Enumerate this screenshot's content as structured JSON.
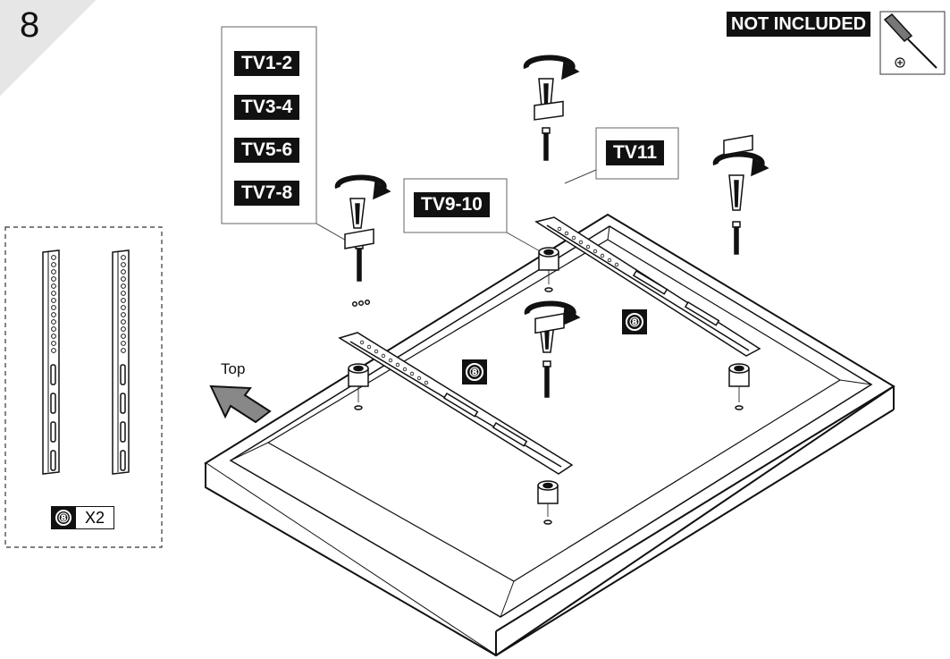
{
  "step": {
    "number": "8"
  },
  "not_included": {
    "label": "NOT INCLUDED",
    "tool_icon": "phillips-screwdriver-icon"
  },
  "tv_groups": {
    "left": [
      "TV1-2",
      "TV3-4",
      "TV5-6",
      "TV7-8"
    ],
    "middle": "TV9-10",
    "right": "TV11"
  },
  "part": {
    "number": "⑧",
    "quantity": "X2"
  },
  "direction": {
    "label": "Top"
  },
  "colors": {
    "ink": "#111111",
    "badge": "#111111",
    "corner": "#e6e6e6"
  }
}
